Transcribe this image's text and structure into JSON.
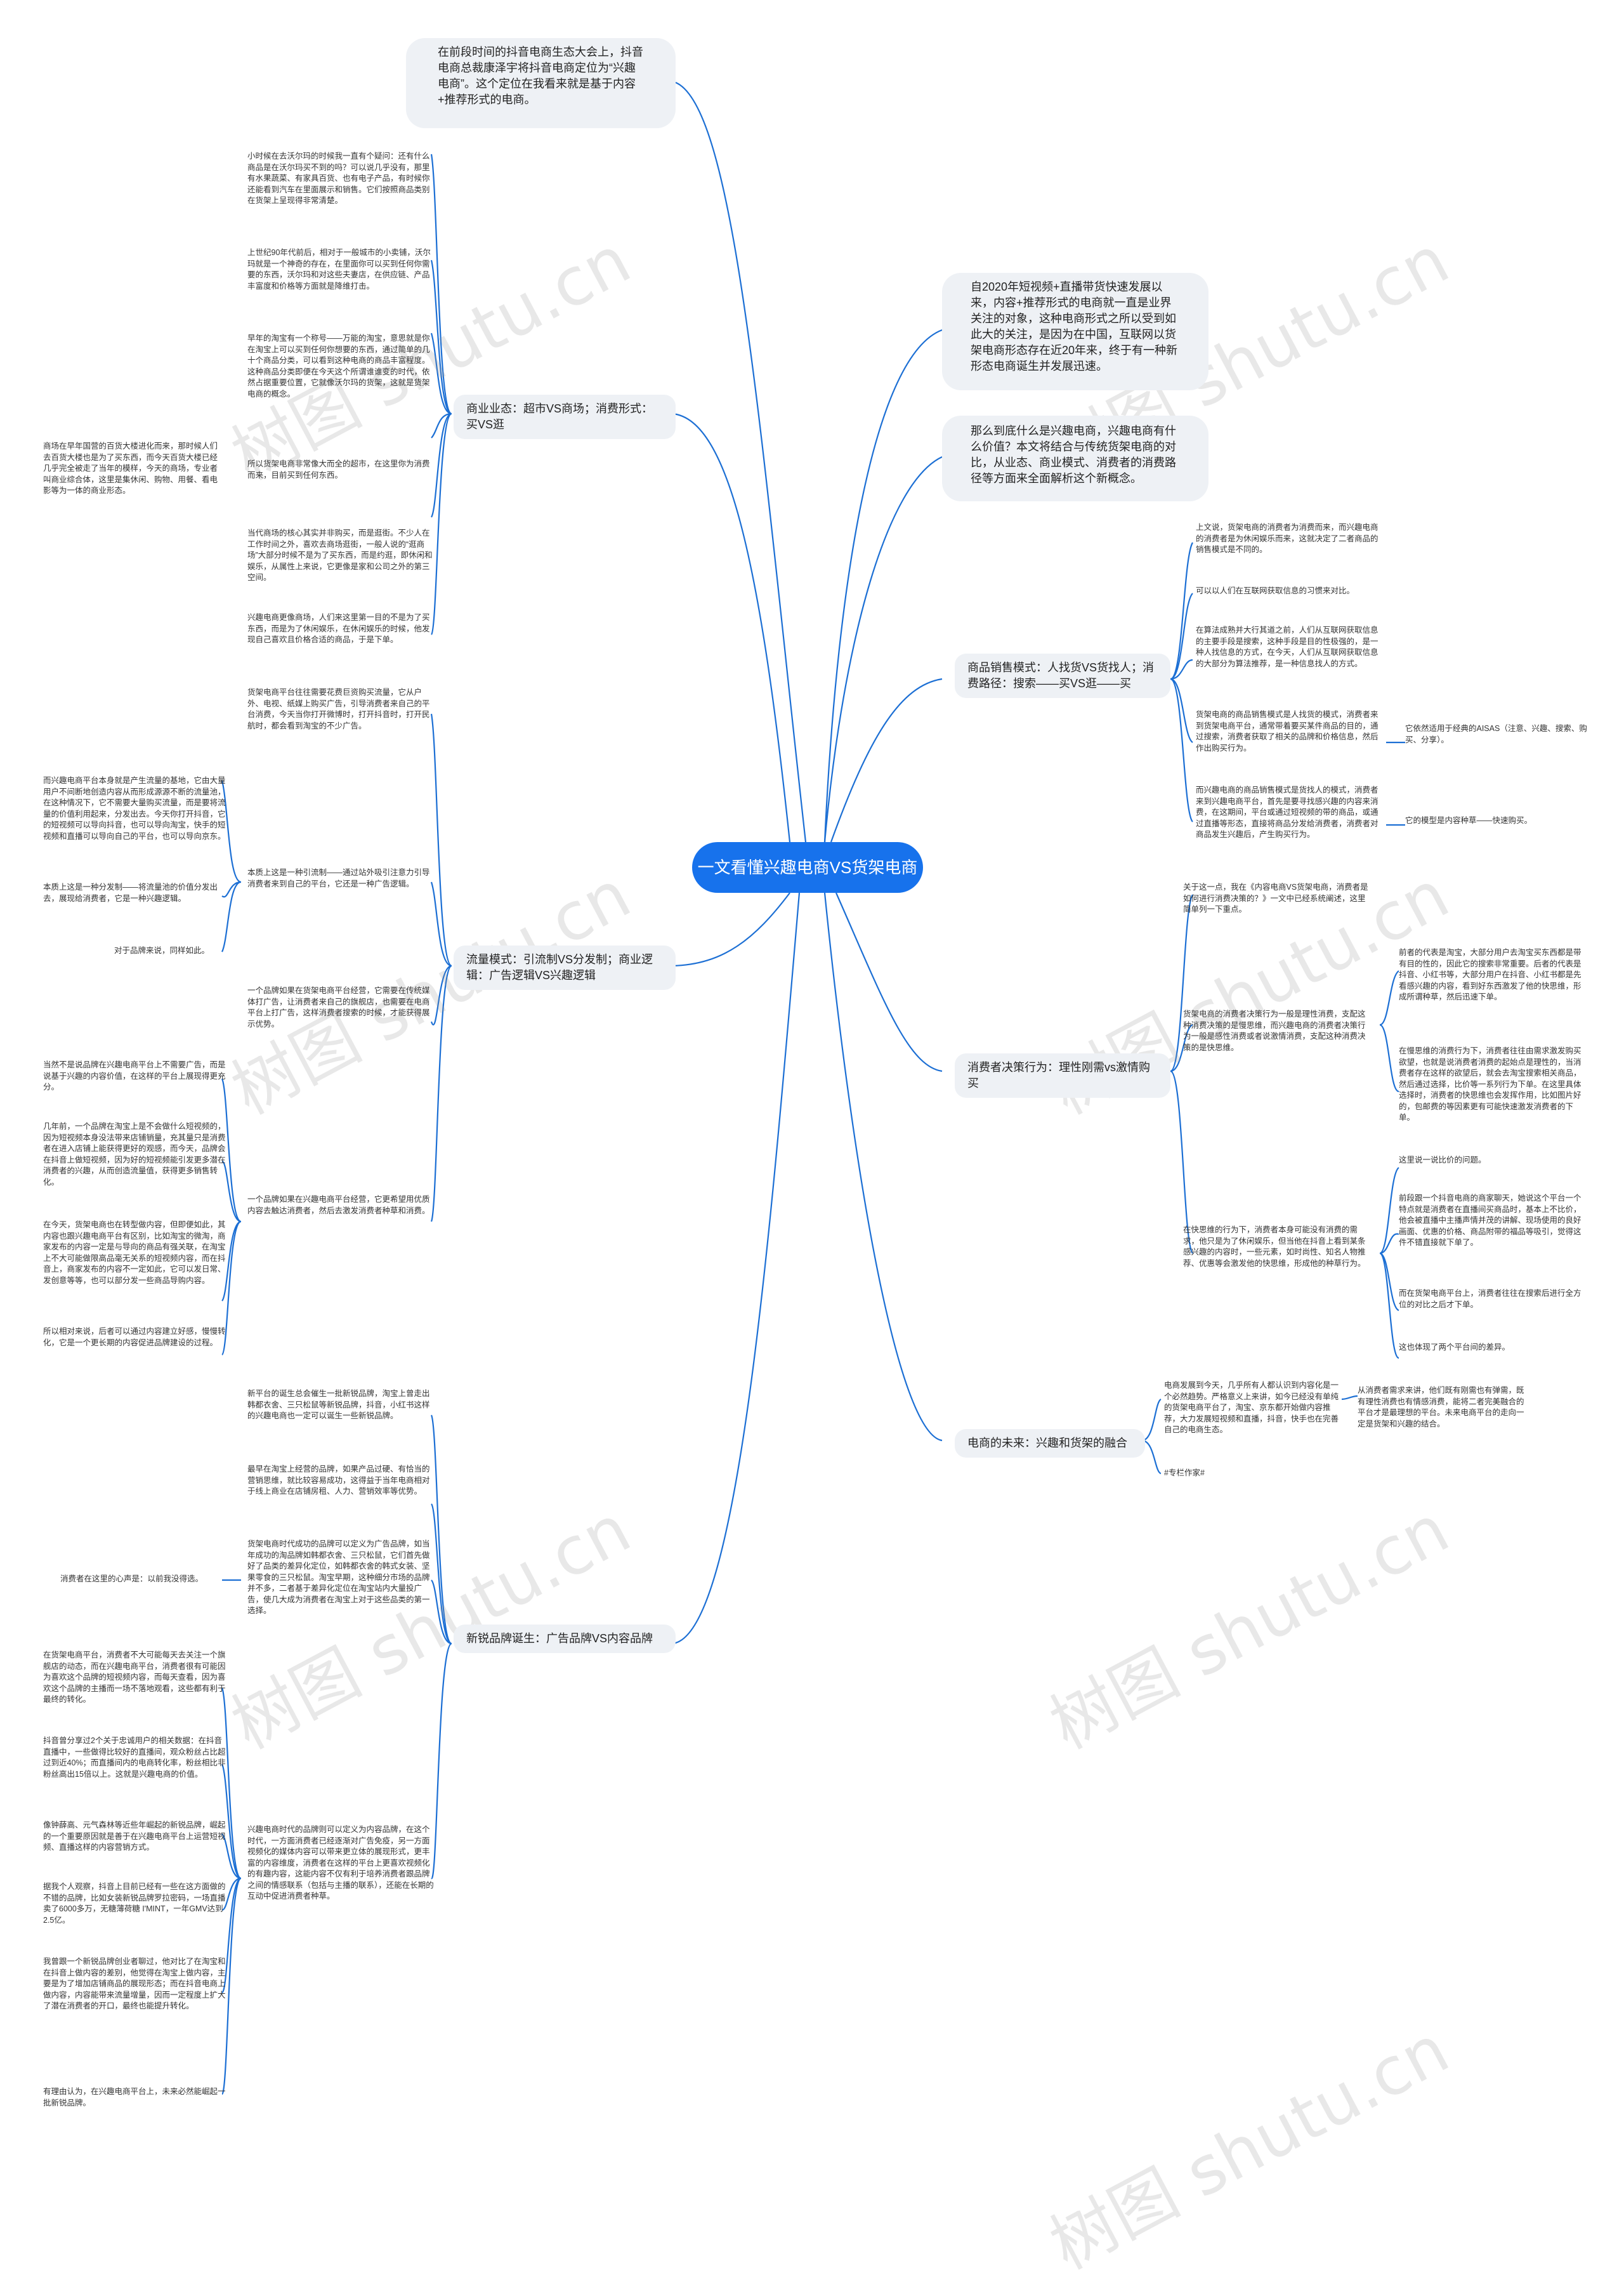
{
  "watermark": "树图 shutu.cn",
  "root": "一文看懂兴趣电商VS货架电商",
  "intro": [
    "在前段时间的抖音电商生态大会上，抖音电商总裁康泽宇将抖音电商定位为“兴趣电商”。这个定位在我看来就是基于内容+推荐形式的电商。",
    "自2020年短视频+直播带货快速发展以来，内容+推荐形式的电商就一直是业界关注的对象，这种电商形式之所以受到如此大的关注，是因为在中国，互联网以货架电商形态存在近20年来，终于有一种新形态电商诞生并发展迅速。",
    "那么到底什么是兴趣电商，兴趣电商有什么价值？本文将结合与传统货架电商的对比，从业态、商业模式、消费者的消费路径等方面来全面解析这个新概念。"
  ],
  "branches": {
    "b1": {
      "title": "商业业态：超市VS商场；消费形式：买VS逛",
      "leaves": [
        "小时候在去沃尔玛的时候我一直有个疑问：还有什么商品是在沃尔玛买不到的吗？可以说几乎没有，那里有水果蔬菜、有家具百货、也有电子产品，有时候你还能看到汽车在里面展示和销售。它们按照商品类别在货架上呈现得非常清楚。",
        "上世纪90年代前后，相对于一般城市的小卖铺，沃尔玛就是一个神奇的存在，在里面你可以买到任何你需要的东西，沃尔玛和对这些夫妻店，在供应链、产品丰富度和价格等方面就是降维打击。",
        "早年的淘宝有一个称号——万能的淘宝，意思就是你在淘宝上可以买到任何你想要的东西，通过简单的几十个商品分类，可以看到这种电商的商品丰富程度。这种商品分类即便在今天这个所谓谁谁变的时代，依然占据重要位置，它就像沃尔玛的货架，这就是货架电商的概念。",
        "所以货架电商非常像大而全的超市，在这里你为消费而来，目前买到任何东西。",
        "当代商场的核心其实并非购买，而是逛街。不少人在工作时间之外，喜欢去商场逛街，一般人说的“逛商场”大部分时候不是为了买东西，而是约逛，即休闲和娱乐，从属性上来说，它更像是家和公司之外的第三空间。",
        "兴趣电商更像商场，人们来这里第一目的不是为了买东西，而是为了休闲娱乐，在休闲娱乐的时候，他发现自己喜欢且价格合适的商品，于是下单。"
      ],
      "sub": "商场在早年国营的百货大楼进化而来，那时候人们去百货大楼也是为了买东西，而今天百货大楼已经几乎完全被走了当年的模样，今天的商场，专业者叫商业综合体，这里是集休闲、购物、用餐、看电影等为一体的商业形态。"
    },
    "b2": {
      "title": "流量模式：引流制VS分发制；商业逻辑：广告逻辑VS兴趣逻辑",
      "leaves": [
        "货架电商平台往往需要花费巨资购买流量，它从户外、电视、纸媒上购买广告，引导消费者来自己的平台消费，今天当你打开微博时，打开抖音时，打开民航时，都会看到淘宝的不少广告。",
        "本质上这是一种引流制——通过站外吸引注意力引导消费者来到自己的平台，它还是一种广告逻辑。",
        "一个品牌如果在货架电商平台经营，它需要在传统媒体打广告，让消费者来自己的旗舰店，也需要在电商平台上打广告，这样消费者搜索的时候，才能获得展示优势。",
        "一个品牌如果在兴趣电商平台经营，它更希望用优质内容去触达消费者，然后去激发消费者种草和消费。"
      ],
      "subs": [
        "而兴趣电商平台本身就是产生流量的基地，它由大量用户不间断地创造内容从而形成源源不断的流量池，在这种情况下，它不需要大量购买流量，而是要将流量的价值利用起来，分发出去。今天你打开抖音，它的短视频可以导向抖音，也可以导向淘宝，快手的短视频和直播可以导向自己的平台，也可以导向京东。",
        "本质上这是一种分发制——将流量池的价值分发出去，展现给消费者，它是一种兴趣逻辑。",
        "对于品牌来说，同样如此。",
        "当然不是说品牌在兴趣电商平台上不需要广告，而是说基于兴趣的内容价值，在这样的平台上展现得更充分。",
        "几年前，一个品牌在淘宝上是不会做什么短视频的，因为短视频本身没法带来店铺销量，充其量只是消费者在进入店铺上能获得更好的观感，而今天，品牌会在抖音上做短视频，因为好的短视频能引发更多潜在消费者的兴趣，从而创造流量值，获得更多销售转化。",
        "在今天，货架电商也在转型做内容，但即便如此，其内容也跟兴趣电商平台有区别，比如淘宝的微淘，商家发布的内容一定是与导向的商品有强关联，在淘宝上不大可能做限高品毫无关系的短视频内容，而在抖音上，商家发布的内容不一定如此，它可以发日常、发创意等等，也可以部分发一些商品导购内容。",
        "所以相对来说，后者可以通过内容建立好感，慢慢转化，它是一个更长期的内容促进品牌建设的过程。"
      ]
    },
    "b3": {
      "title": "新锐品牌诞生：广告品牌VS内容品牌",
      "leaves": [
        "新平台的诞生总会催生一批新锐品牌，淘宝上曾走出韩都衣舍、三只松鼠等新锐品牌，抖音，小红书这样的兴趣电商也一定可以诞生一些新锐品牌。",
        "最早在淘宝上经营的品牌，如果产品过硬、有恰当的营销思维，就比较容易成功，这得益于当年电商相对于线上商业在店铺房租、人力、营销效率等优势。",
        "货架电商时代成功的品牌可以定义为广告品牌，如当年成功的淘品牌如韩都衣舍、三只松鼠，它们首先做好了品类的差异化定位，如韩都衣舍的韩式女装、坚果零食的三只松鼠。淘宝早期，这种细分市场的品牌并不多，二者基于差异化定位在淘宝站内大量投广告，使几大成为消费者在淘宝上对于这些品类的第一选择。",
        "兴趣电商时代的品牌则可以定义为内容品牌，在这个时代，一方面消费者已经逐渐对广告免疫，另一方面视频化的媒体内容可以带来更立体的展现形式，更丰富的内容维度，消费者在这样的平台上更喜欢视频化的有趣内容，这能内容不仅有利于培养消费者跟品牌之间的情感联系（包括与主播的联系），还能在长期的互动中促进消费者种草。"
      ],
      "sub_left": "消费者在这里的心声是：以前我没得选。",
      "subs": [
        "在货架电商平台，消费者不大可能每天去关注一个旗舰店的动态，而在兴趣电商平台，消费者很有可能因为喜欢这个品牌的短视频内容，而每天查看，因为喜欢这个品牌的主播而一场不落地观看，这些都有利于最终的转化。",
        "抖音曾分享过2个关于忠诚用户的相关数据：在抖音直播中，一些做得比较好的直播间，观众粉丝占比超过到近40%；而直播间内的电商转化率，粉丝相比非粉丝高出15倍以上。这就是兴趣电商的价值。",
        "像钟薛高、元气森林等近些年崛起的新锐品牌，崛起的一个重要原因就是善于在兴趣电商平台上运营短视频、直播这样的内容营销方式。",
        "据我个人观察，抖音上目前已经有一些在这方面做的不错的品牌，比如女装新锐品牌罗拉密码，一场直播卖了6000多万，无糖薄荷糖 I'MINT，一年GMV达到2.5亿。",
        "我曾跟一个新锐品牌创业者聊过，他对比了在淘宝和在抖音上做内容的差别，他觉得在淘宝上做内容，主要是为了增加店铺商品的展现形态；而在抖音电商上做内容，内容能带来流量增量，因而一定程度上扩大了潜在消费者的开口，最终也能提升转化。",
        "有理由认为，在兴趣电商平台上，未来必然能崛起一批新锐品牌。"
      ]
    },
    "b4": {
      "title": "商品销售模式：人找货VS货找人；消费路径：搜索——买VS逛——买",
      "leaves": [
        "上文说，货架电商的消费者为消费而来，而兴趣电商的消费者是为休闲娱乐而来，这就决定了二者商品的销售模式是不同的。",
        "可以以人们在互联网获取信息的习惯来对比。",
        "在算法成熟并大行其道之前，人们从互联网获取信息的主要手段是搜索，这种手段是目的性极强的，是一种人找信息的方式，在今天，人们从互联网获取信息的大部分为算法推荐，是一种信息找人的方式。",
        "货架电商的商品销售模式是人找货的模式，消费者来到货架电商平台，通常带着要买某件商品的目的，通过搜索，消费者获取了相关的品牌和价格信息，然后作出购买行为。",
        "而兴趣电商的商品销售模式是货找人的模式，消费者来到兴趣电商平台，首先是要寻找感兴趣的内容来消费，在这期间，平台或通过短视频的带的商品，或通过直播等形态，直接将商品分发给消费者，消费者对商品发生兴趣后，产生购买行为。"
      ],
      "sub_a": "它依然适用于经典的AISAS（注意、兴趣、搜索、购买、分享）。",
      "sub_b": "它的模型是内容种草——快速购买。"
    },
    "b5": {
      "title": "消费者决策行为：理性刚需vs激情购买",
      "leaves": [
        "关于这一点，我在《内容电商VS货架电商，消费者是如何进行消费决策的？》一文中已经系统阐述，这里简单列一下重点。",
        "货架电商的消费者决策行为一般是理性消费，支配这种消费决策的是慢思维，而兴趣电商的消费者决策行为一般是感性消费或者说激情消费，支配这种消费决策的是快思维。",
        "在快思维的行为下，消费者本身可能没有消费的需求，他只是为了休闲娱乐，但当他在抖音上看到某条感兴趣的内容时，一些元素，如时尚性、知名人物推荐、优惠等会激发他的快思维，形成他的种草行为。"
      ],
      "subs_a": [
        "前者的代表是淘宝，大部分用户去淘宝买东西都是带有目的性的，因此它的搜索非常重要。后者的代表是抖音、小红书等，大部分用户在抖音、小红书都是先看感兴趣的内容，看到好东西激发了他的快思维，形成所谓种草，然后迅速下单。",
        "在慢思维的消费行为下，消费者往往由需求激发购买欲望，也就是说消费者消费的起始点是理性的，当消费者存在这样的欲望后，就会去淘宝搜索相关商品，然后通过选择，比价等一系列行为下单。在这里具体选择时，消费者的快思维也会发挥作用，比如图片好的，包邮费的等因素更有可能快速激发消费者的下单。"
      ],
      "subs_b": [
        "这里说一说比价的问题。",
        "前段跟一个抖音电商的商家聊天，她说这个平台一个特点就是消费者在直播间买商品时，基本上不比价，他会被直播中主播声情并茂的讲解、现场使用的良好画面、优惠的价格、商品附带的福品等吸引，觉得这件不错直接就下单了。",
        "而在货架电商平台上，消费者往往在搜索后进行全方位的对比之后才下单。",
        "这也体现了两个平台间的差异。"
      ]
    },
    "b6": {
      "title": "电商的未来：兴趣和货架的融合",
      "leaves": [
        "电商发展到今天，几乎所有人都认识到内容化是一个必然趋势。严格意义上来讲，如今已经没有单纯的货架电商平台了，淘宝、京东都开始做内容推荐，大力发展短视频和直播，抖音，快手也在完善自己的电商生态。",
        "#专栏作家#"
      ],
      "sub": "从消费者需求来讲，他们既有刚需也有弹需，既有理性消费也有情感消费，能将二者完美融合的平台才是最理想的平台。未来电商平台的走向一定是货架和兴趣的结合。"
    }
  }
}
